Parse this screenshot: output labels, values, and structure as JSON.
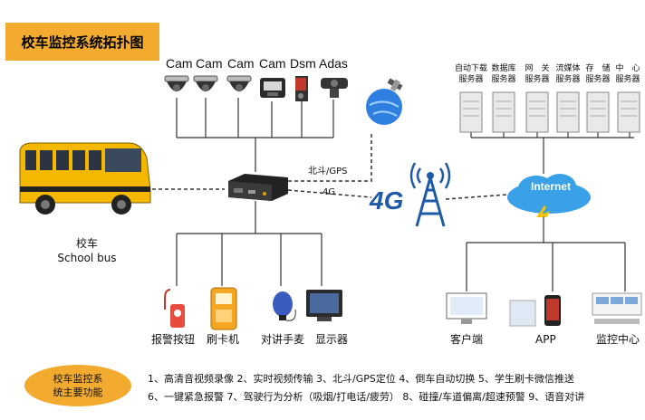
{
  "title": "校车监控系统拓扑图",
  "cameras": [
    "Cam",
    "Cam",
    "Cam",
    "Cam",
    "Dsm",
    "Adas"
  ],
  "servers": [
    {
      "line1": "自动下载",
      "line2": "服务器"
    },
    {
      "line1": "数据库",
      "line2": "服务器"
    },
    {
      "line1": "网　关",
      "line2": "服务器"
    },
    {
      "line1": "流媒体",
      "line2": "服务器"
    },
    {
      "line1": "存　储",
      "line2": "服务器"
    },
    {
      "line1": "中　心",
      "line2": "服务器"
    }
  ],
  "bus": {
    "label_cn": "校车",
    "label_en": "School bus"
  },
  "links": {
    "gps": "北斗/GPS",
    "net": "4G"
  },
  "tower_label": "4G",
  "cloud_label": "Internet",
  "peripherals": [
    "报警按钮",
    "刷卡机",
    "对讲手麦",
    "显示器"
  ],
  "clients": [
    "客户端",
    "APP",
    "监控中心"
  ],
  "summary": {
    "line1": "校车监控系",
    "line2": "统主要功能"
  },
  "features": {
    "line1": "1、高清音视频录像  2、实时视频传输  3、北斗/GPS定位  4、倒车自动切换  5、学生刷卡微信推送",
    "line2": "6、一键紧急报警  7、驾驶行为分析（吸烟/打电话/疲劳）  8、碰撞/车道偏离/超速预警  9、语音对讲"
  },
  "colors": {
    "accent": "#f2ab2e",
    "line": "#333333",
    "tower": "#1f5aa8"
  }
}
